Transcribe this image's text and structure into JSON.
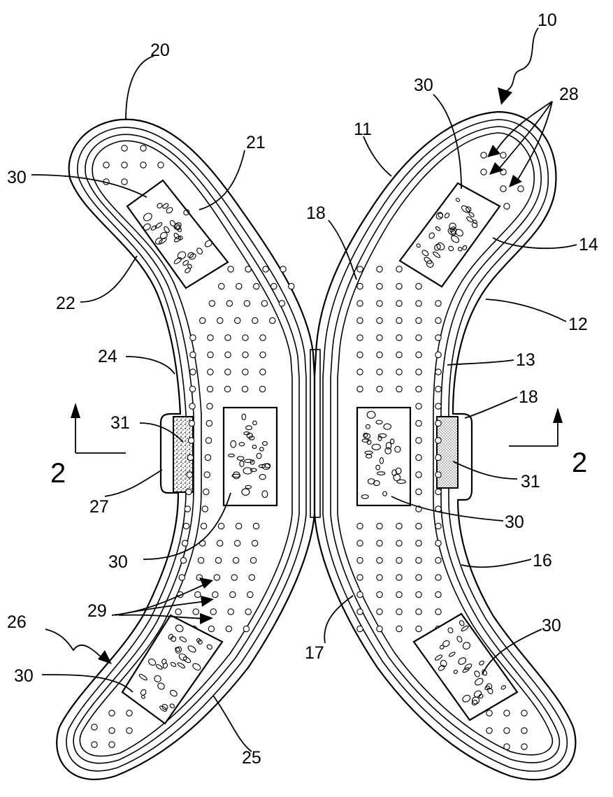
{
  "figure": {
    "labels": {
      "l10": "10",
      "l11": "11",
      "l12": "12",
      "l13": "13",
      "l14": "14",
      "l16": "16",
      "l17": "17",
      "l18a": "18",
      "l18b": "18",
      "l20": "20",
      "l21": "21",
      "l22": "22",
      "l24": "24",
      "l25": "25",
      "l26": "26",
      "l27": "27",
      "l28": "28",
      "l29": "29",
      "l30a": "30",
      "l30b": "30",
      "l30c": "30",
      "l30d": "30",
      "l30e": "30",
      "l30f": "30",
      "l31a": "31",
      "l31b": "31"
    },
    "section_marks": {
      "left": "2",
      "right": "2"
    }
  }
}
